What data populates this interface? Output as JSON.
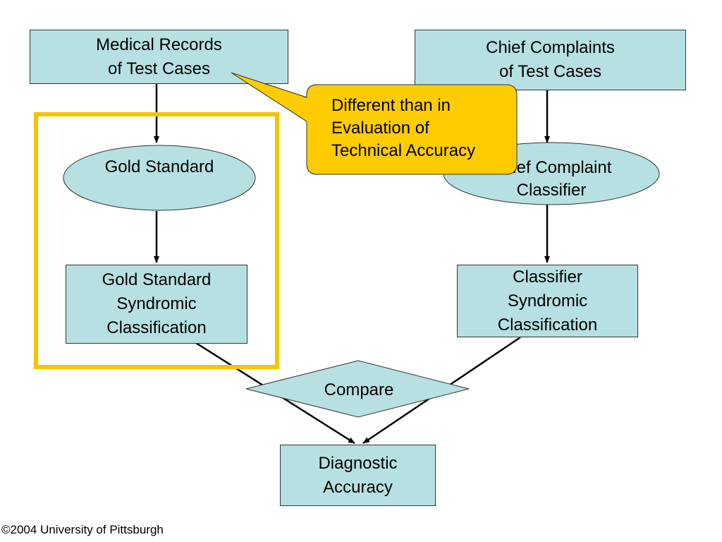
{
  "diagram": {
    "medical_records": {
      "line1": "Medical Records",
      "line2": "of Test Cases"
    },
    "chief_complaints": {
      "line1": "Chief Complaints",
      "line2": "of Test Cases"
    },
    "gold_standard": "Gold Standard",
    "chief_complaint_classifier": {
      "line1": "Chief Complaint",
      "line2": "Classifier"
    },
    "gold_standard_classification": {
      "line1": "Gold Standard",
      "line2": "Syndromic",
      "line3": "Classification"
    },
    "classifier_classification": {
      "line1": "Classifier",
      "line2": "Syndromic",
      "line3": "Classification"
    },
    "compare": "Compare",
    "diagnostic_accuracy": {
      "line1": "Diagnostic",
      "line2": "Accuracy"
    },
    "callout": {
      "line1": "Different than in",
      "line2": "Evaluation of",
      "line3": "Technical Accuracy"
    }
  },
  "footer": {
    "copyright": "©2004 University of Pittsburgh"
  },
  "colors": {
    "node_fill": "#b7e0e2",
    "callout_fill": "#ffcc00",
    "highlight_frame": "#f5c400"
  }
}
